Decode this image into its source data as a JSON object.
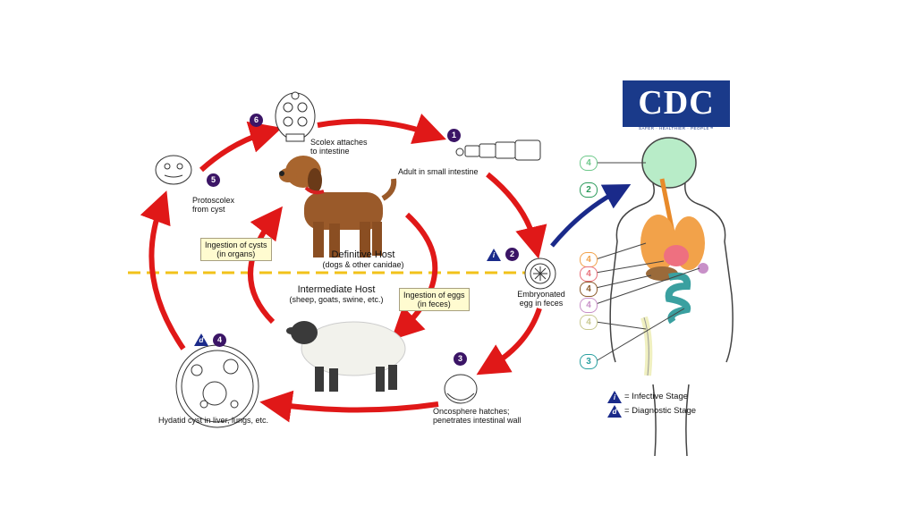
{
  "logo": {
    "text": "CDC",
    "tagline": "SAFER · HEALTHIER · PEOPLE™"
  },
  "stages": {
    "s1": {
      "number": "1",
      "label": "Adult in small intestine"
    },
    "s2": {
      "number": "2",
      "label_line1": "Embryonated",
      "label_line2": "egg in feces"
    },
    "s3": {
      "number": "3",
      "label_line1": "Oncosphere hatches;",
      "label_line2": "penetrates intestinal wall"
    },
    "s4": {
      "number": "4",
      "label": "Hydatid cyst in liver, lungs, etc."
    },
    "s5": {
      "number": "5",
      "label_line1": "Protoscolex",
      "label_line2": "from cyst"
    },
    "s6": {
      "number": "6",
      "label_line1": "Scolex attaches",
      "label_line2": "to intestine"
    }
  },
  "hosts": {
    "definitive": {
      "title": "Definitive Host",
      "subtitle": "(dogs & other canidae)"
    },
    "intermediate": {
      "title": "Intermediate Host",
      "subtitle": "(sheep, goats, swine, etc.)"
    }
  },
  "boxes": {
    "cysts": {
      "line1": "Ingestion of cysts",
      "line2": "(in organs)"
    },
    "eggs": {
      "line1": "Ingestion of eggs",
      "line2": "(in feces)"
    }
  },
  "markers": {
    "infective": "i",
    "diagnostic": "d"
  },
  "body_labels": [
    {
      "number": "4",
      "color": "#f2a24a"
    },
    {
      "number": "4",
      "color": "#e8707a"
    },
    {
      "number": "4",
      "color": "#8a5a2a"
    },
    {
      "number": "4",
      "color": "#c890c8"
    },
    {
      "number": "4",
      "color": "#c8c890"
    },
    {
      "number": "4",
      "color": "#6dc88a"
    },
    {
      "number": "2",
      "color": "#2a9a5a"
    },
    {
      "number": "3",
      "color": "#2aa0a0"
    }
  ],
  "legend": {
    "infective": "= Infective Stage",
    "diagnostic": "= Diagnostic Stage"
  },
  "colors": {
    "cycle_arrow": "#e01818",
    "host_divider": "#f2c21a",
    "body_arrow": "#1a2a8a",
    "stage_badge": "#3b1566"
  }
}
